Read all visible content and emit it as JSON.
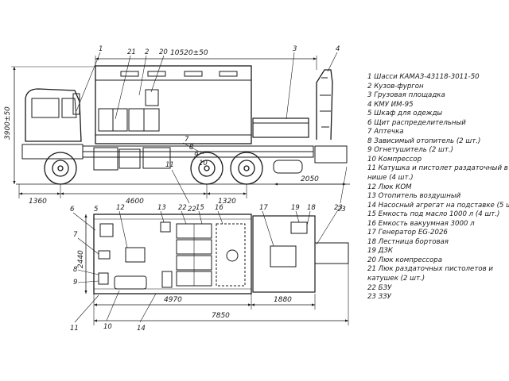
{
  "dimensions": {
    "body_length": "10520±50",
    "height": "3900±50",
    "front_overhang": "1360",
    "wheelbase_front": "4600",
    "wheelbase_rear": "1320",
    "rear_overhang": "2050",
    "plan_width": "2440",
    "plan_van": "4970",
    "plan_platform": "1880",
    "plan_total": "7850"
  },
  "callouts_side": [
    "1",
    "21",
    "2",
    "20",
    "3",
    "4",
    "7",
    "8",
    "9",
    "10",
    "11",
    "22",
    "23"
  ],
  "callouts_plan": [
    "6",
    "5",
    "12",
    "13",
    "22",
    "15",
    "16",
    "17",
    "19",
    "18",
    "23",
    "7",
    "8",
    "9",
    "11",
    "10",
    "14"
  ],
  "legend": [
    "1 Шасси КАМАЗ-43118-3011-50",
    "2 Кузов-фургон",
    "3 Грузовая площадка",
    "4 КМУ ИМ-95",
    "5 Шкаф для одежды",
    "6 Щит распределительный",
    "7 Аптечка",
    "8 Зависимый отопитель (2 шт.)",
    "9 Огнетушитель (2 шт.)",
    "10 Компрессор",
    "11 Катушка и пистолет раздаточный в",
    "нише (4 шт.)",
    "12 Люк КОМ",
    "13 Отопитель воздушный",
    "14 Насосный агрегат на подставке (5 шт)",
    "15 Емкость под масло 1000 л (4 шт.)",
    "16 Емкость вакуумная 3000 л",
    "17 Генератор EG-2026",
    "18 Лестница бортовая",
    "19 ДЗК",
    "20 Люк компрессора",
    "21 Люк раздаточных пистолетов и",
    "катушек (2 шт.)",
    "22 БЗУ",
    "23 ЗЗУ"
  ]
}
